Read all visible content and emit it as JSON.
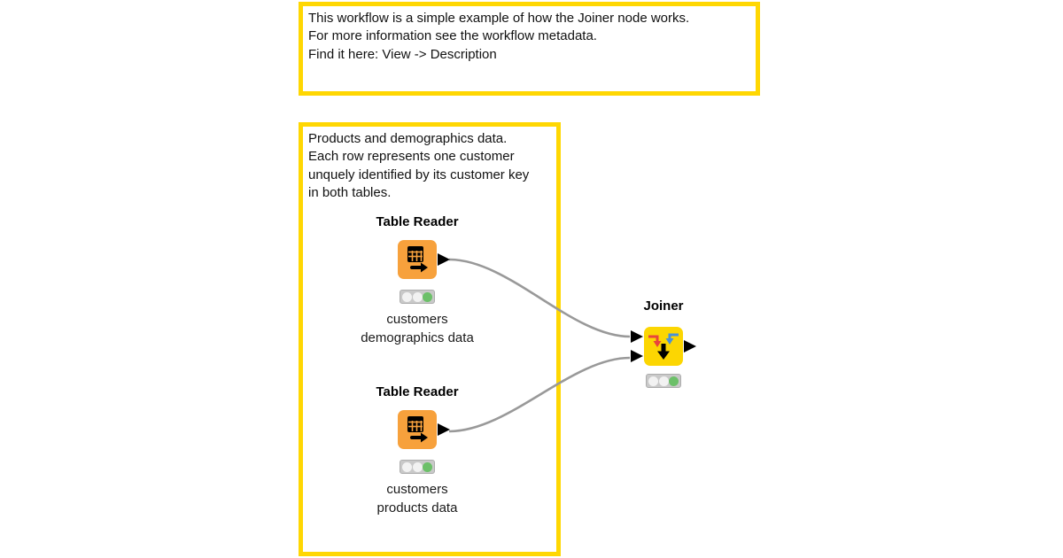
{
  "annotations": {
    "workflow_note": {
      "lines": [
        "This workflow is a simple example of how the Joiner node works.",
        "For more information see the workflow metadata.",
        "Find it here: View -> Description"
      ],
      "border_color": "#FFD702"
    },
    "data_note": {
      "lines": [
        "Products and demographics data.",
        "Each row represents one customer",
        "unquely identified by its customer key",
        "in both tables."
      ],
      "border_color": "#FFD702"
    }
  },
  "nodes": {
    "table_reader_top": {
      "title": "Table Reader",
      "label_line1": "customers",
      "label_line2": "demographics data",
      "icon_color": "#F7A13C",
      "status": "executed",
      "status_lights": [
        "off",
        "off",
        "green"
      ]
    },
    "table_reader_bottom": {
      "title": "Table Reader",
      "label_line1": "customers",
      "label_line2": "products data",
      "icon_color": "#F7A13C",
      "status": "executed",
      "status_lights": [
        "off",
        "off",
        "green"
      ]
    },
    "joiner": {
      "title": "Joiner",
      "icon_color": "#FCD602",
      "status": "executed",
      "status_lights": [
        "off",
        "off",
        "green"
      ]
    }
  },
  "connections": [
    {
      "from": "table_reader_top",
      "to": "joiner",
      "to_port": 1
    },
    {
      "from": "table_reader_bottom",
      "to": "joiner",
      "to_port": 2
    }
  ],
  "colors": {
    "annotation_border": "#FFD702",
    "reader_icon": "#F7A13C",
    "joiner_icon": "#FCD602",
    "wire": "#999999",
    "status_green": "#6CC069",
    "traffic_bg": "#C9C9C9",
    "background": "#FFFFFF"
  }
}
